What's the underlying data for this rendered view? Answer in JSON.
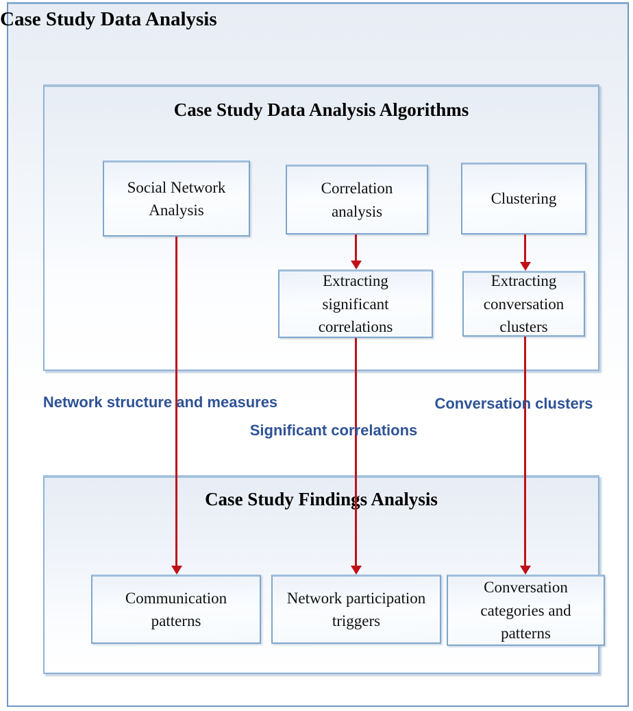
{
  "title": "Case Study Data Analysis",
  "sections": {
    "algorithms": {
      "title": "Case Study Data Analysis Algorithms"
    },
    "findings": {
      "title": "Case Study Findings Analysis"
    }
  },
  "nodes": {
    "social_network_analysis": {
      "label": "Social Network Analysis"
    },
    "correlation_analysis": {
      "label": "Correlation analysis"
    },
    "clustering": {
      "label": "Clustering"
    },
    "extracting_significant_correlations": {
      "label": "Extracting significant correlations"
    },
    "extracting_conversation_clusters": {
      "label": "Extracting conversation clusters"
    },
    "communication_patterns": {
      "label": "Communication patterns"
    },
    "network_participation_triggers": {
      "label": "Network participation triggers"
    },
    "conversation_categories_and_patterns": {
      "label": "Conversation categories and patterns"
    }
  },
  "edge_labels": {
    "network_structure_and_measures": "Network structure and measures",
    "significant_correlations": "Significant correlations",
    "conversation_clusters": "Conversation clusters"
  },
  "colors": {
    "arrow_red": "#c01018",
    "edge_label_blue": "#2e5296",
    "node_border_blue": "#7fa6cc",
    "section_border_blue": "#8fb2d5",
    "outer_border_blue": "#6f96c1",
    "section_fill_top": "#e7edf5",
    "title_black": "#000000"
  }
}
